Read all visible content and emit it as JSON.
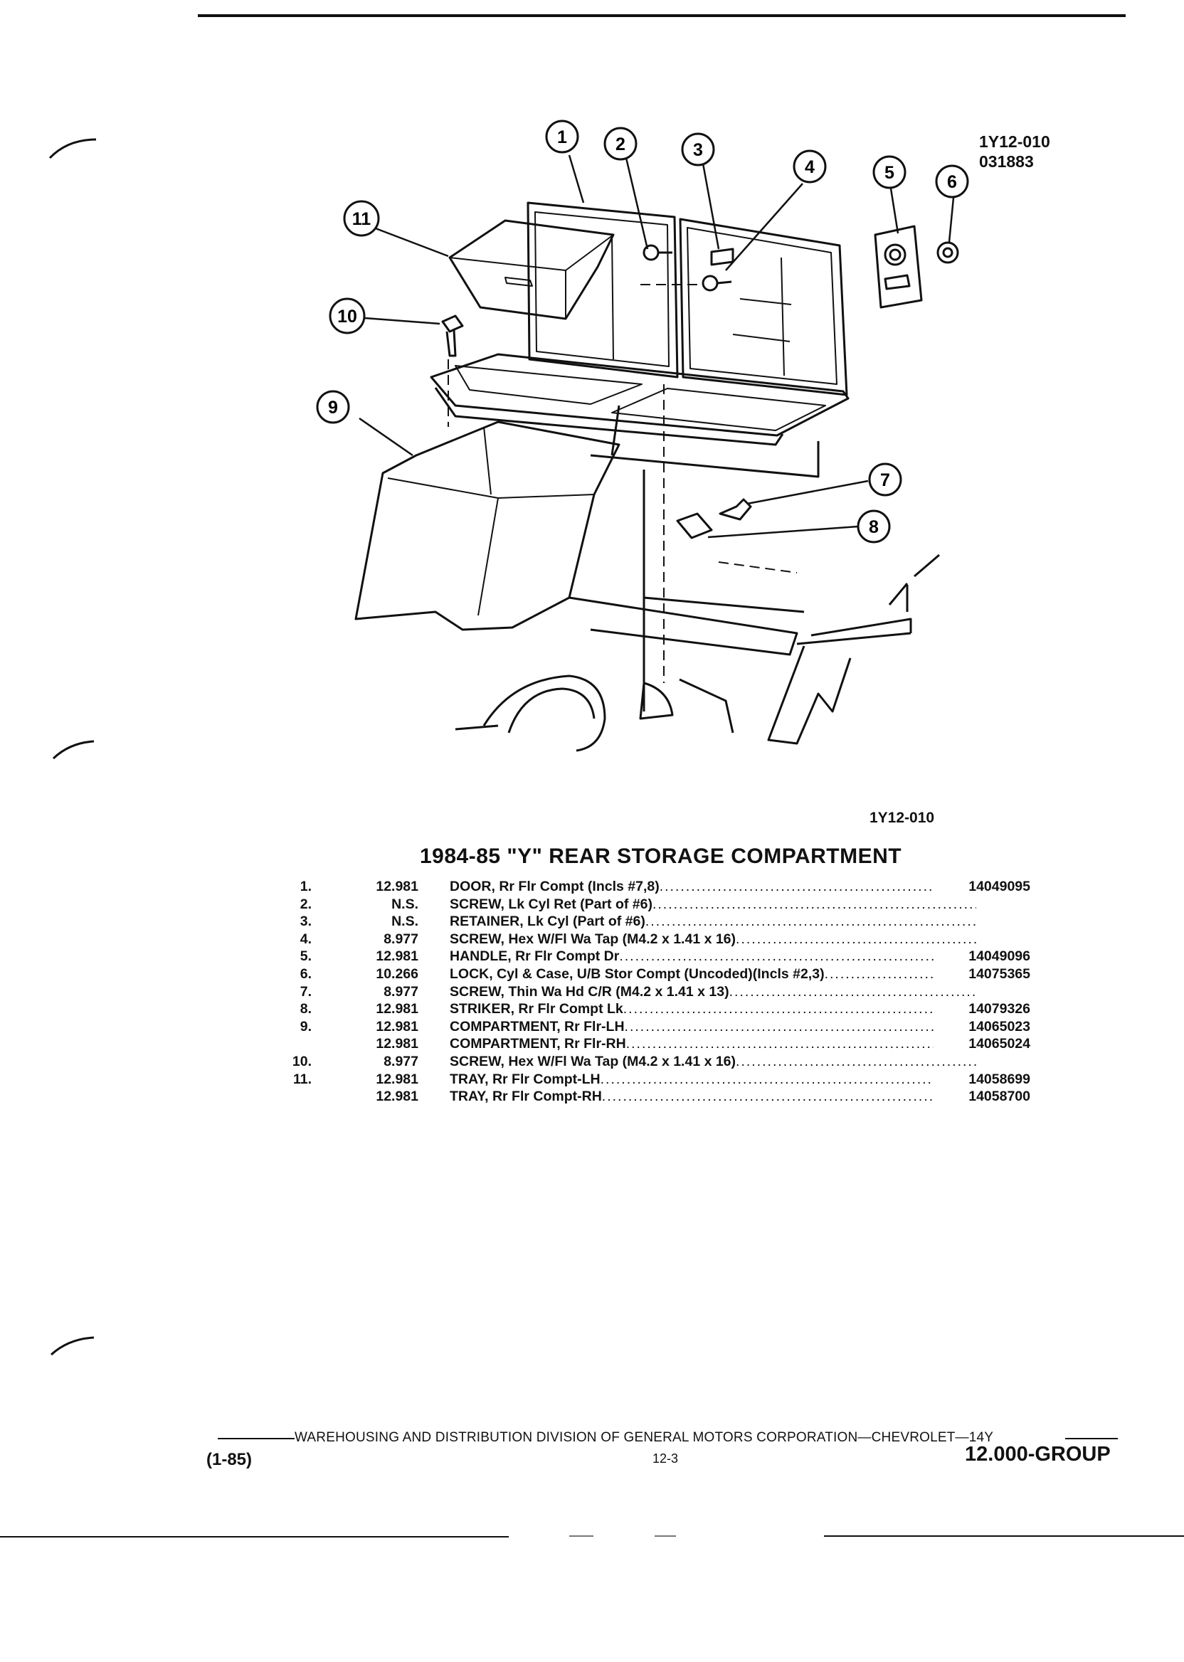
{
  "diagram": {
    "ref_code": "1Y12-010",
    "ref_date": "031883",
    "caption_code": "1Y12-010",
    "callouts": [
      "1",
      "2",
      "3",
      "4",
      "5",
      "6",
      "7",
      "8",
      "9",
      "10",
      "11"
    ]
  },
  "title": "1984-85 \"Y\" REAR STORAGE COMPARTMENT",
  "parts": [
    {
      "num": "1.",
      "group": "12.981",
      "desc": "DOOR, Rr Flr Compt (Incls #7,8)",
      "pn": "14049095"
    },
    {
      "num": "2.",
      "group": "N.S.",
      "desc": "SCREW, Lk Cyl Ret (Part of #6)",
      "pn": ""
    },
    {
      "num": "3.",
      "group": "N.S.",
      "desc": "RETAINER, Lk Cyl (Part of #6)",
      "pn": ""
    },
    {
      "num": "4.",
      "group": "8.977",
      "desc": "SCREW, Hex W/Fl Wa Tap (M4.2 x 1.41 x 16)",
      "pn": ""
    },
    {
      "num": "5.",
      "group": "12.981",
      "desc": "HANDLE, Rr Flr Compt Dr",
      "pn": "14049096"
    },
    {
      "num": "6.",
      "group": "10.266",
      "desc": "LOCK, Cyl & Case, U/B Stor Compt (Uncoded)(Incls #2,3)",
      "pn": "14075365"
    },
    {
      "num": "7.",
      "group": "8.977",
      "desc": "SCREW, Thin Wa Hd C/R (M4.2 x 1.41 x 13)",
      "pn": ""
    },
    {
      "num": "8.",
      "group": "12.981",
      "desc": "STRIKER, Rr Flr Compt Lk",
      "pn": "14079326"
    },
    {
      "num": "9.",
      "group": "12.981",
      "desc": "COMPARTMENT, Rr Flr-LH",
      "pn": "14065023"
    },
    {
      "num": "",
      "group": "12.981",
      "desc": "COMPARTMENT, Rr Flr-RH",
      "pn": "14065024"
    },
    {
      "num": "10.",
      "group": "8.977",
      "desc": "SCREW, Hex W/Fl Wa Tap (M4.2 x 1.41 x 16)",
      "pn": ""
    },
    {
      "num": "11.",
      "group": "12.981",
      "desc": "TRAY, Rr Flr Compt-LH",
      "pn": "14058699"
    },
    {
      "num": "",
      "group": "12.981",
      "desc": "TRAY, Rr Flr Compt-RH",
      "pn": "14058700"
    }
  ],
  "footer": {
    "line1": "WAREHOUSING AND DISTRIBUTION DIVISION OF GENERAL MOTORS CORPORATION—CHEVROLET—14Y",
    "date": "(1-85)",
    "page": "12-3",
    "group": "12.000-GROUP"
  }
}
